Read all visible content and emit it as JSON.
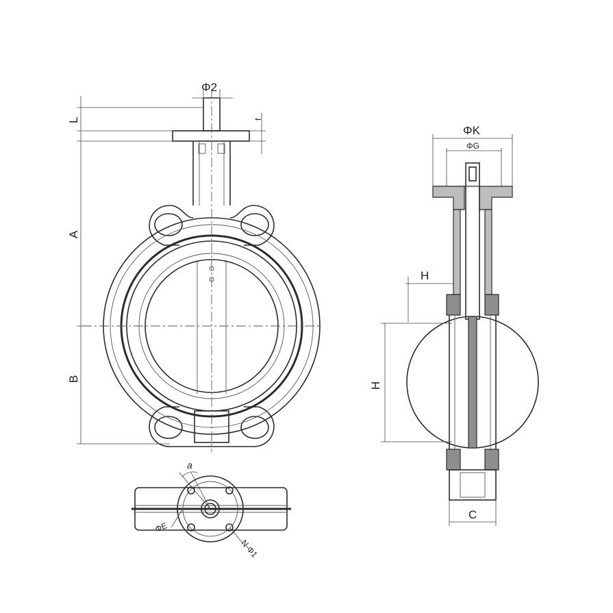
{
  "labels": {
    "phi2": "Φ2",
    "L": "L",
    "f": "f",
    "A": "A",
    "B": "B",
    "phiK": "ΦK",
    "phiG": "ΦG",
    "H_top": "H",
    "H_side": "H",
    "C": "C",
    "a": "a",
    "phiE": "ΦE",
    "n_phi1": "N-Φ1"
  },
  "colors": {
    "line": "#2b2b2b",
    "fill_dark": "#8e8e8e",
    "fill_hatch": "#bdbdbd"
  }
}
